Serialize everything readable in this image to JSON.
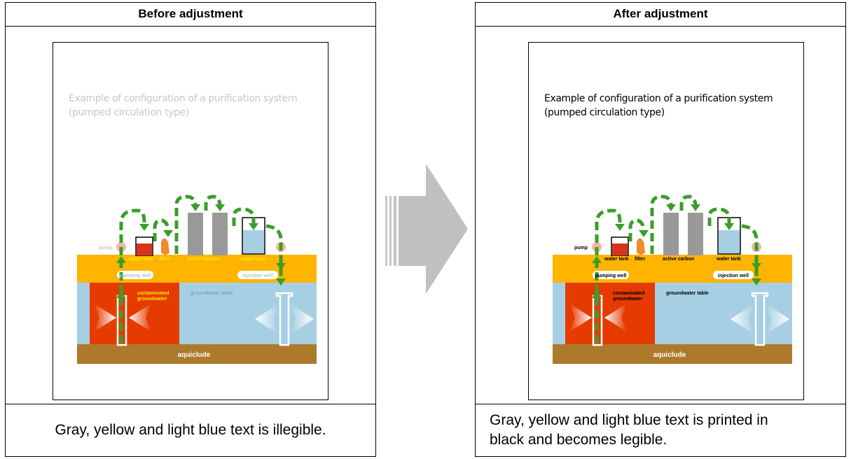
{
  "colors": {
    "soil_yellow": "#ffb400",
    "groundwater": "#a6cfe3",
    "contaminated": "#e63b00",
    "aquiclude": "#ad7a2c",
    "pipe_green": "#3a9e2a",
    "water_tank_red": "#d9341a",
    "filter_orange": "#f08a2a",
    "active_carbon_gray": "#999999",
    "pump_pink": "#f7b5a0",
    "arrow_gray": "#c0c0c0"
  },
  "panels": [
    {
      "id": "before",
      "title": "Before adjustment",
      "caption_lines": [
        "Gray, yellow and light blue text is illegible."
      ],
      "text_mode": "original",
      "doc": {
        "title_lines": [
          "Example of configuration of a purification system",
          "(pumped circulation type)"
        ],
        "labels": {
          "pump": "pump",
          "water_tank_1": "water tank",
          "filter": "filter",
          "active_carbon": "active carbon",
          "water_tank_2": "water tank",
          "pumping_well": "pumping well",
          "injection_well": "injection well",
          "contaminated_1": "contaminated",
          "contaminated_2": "groundwater",
          "groundwater_table": "groundwater table",
          "aquiclude": "aquiclude"
        }
      }
    },
    {
      "id": "after",
      "title": "After adjustment",
      "caption_lines": [
        "Gray, yellow and light blue text is printed in",
        "black and becomes legible."
      ],
      "text_mode": "black",
      "doc": {
        "title_lines": [
          "Example of configuration of a purification system",
          "(pumped circulation type)"
        ],
        "labels": {
          "pump": "pump",
          "water_tank_1": "water tank",
          "filter": "filter",
          "active_carbon": "active carbon",
          "water_tank_2": "water tank",
          "pumping_well": "pumping well",
          "injection_well": "injection well",
          "contaminated_1": "contaminated",
          "contaminated_2": "groundwater",
          "groundwater_table": "groundwater table",
          "aquiclude": "aquiclude"
        }
      }
    }
  ]
}
